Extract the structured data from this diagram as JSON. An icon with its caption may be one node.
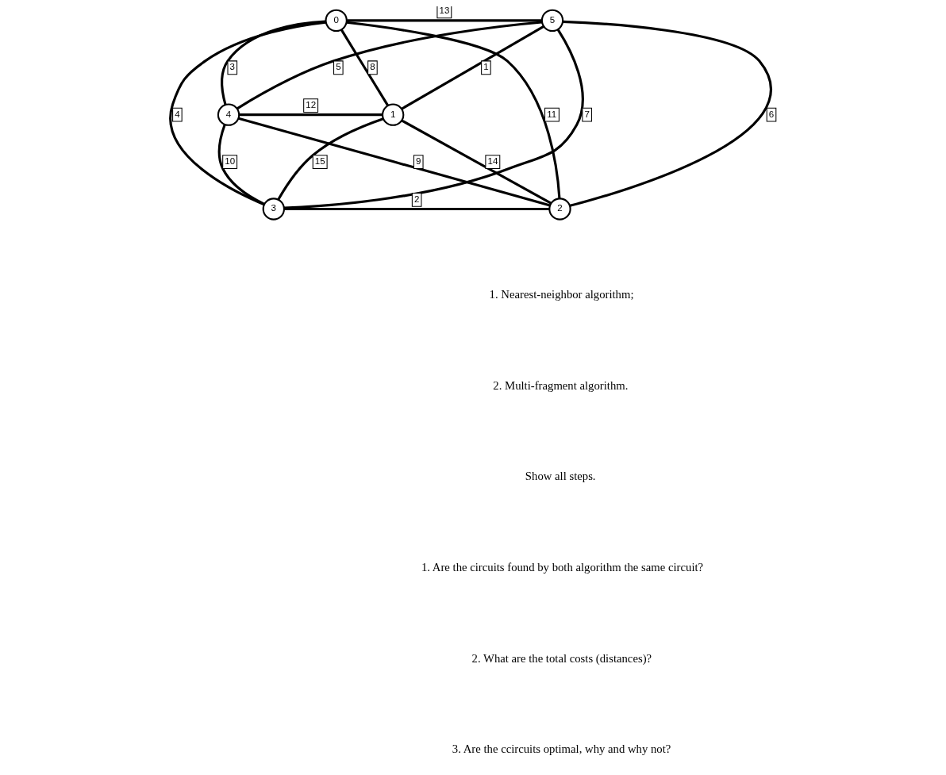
{
  "diagram": {
    "nodes": [
      {
        "text": [
          "0"
        ]
      },
      {
        "text": [
          "1"
        ]
      },
      {
        "text": [
          "2"
        ]
      },
      {
        "text": [
          "3"
        ]
      },
      {
        "text": [
          "4"
        ]
      },
      {
        "text": [
          "5"
        ]
      }
    ],
    "edges": [
      {
        "from": 0,
        "to": 5,
        "arrow": "none",
        "label": "13"
      },
      {
        "from": 0,
        "to": 1,
        "arrow": "none",
        "label": "8"
      },
      {
        "from": 1,
        "to": 5,
        "arrow": "none",
        "label": "1"
      },
      {
        "from": 0,
        "to": 4,
        "arrow": "none",
        "label": "3"
      },
      {
        "from": 5,
        "to": 4,
        "arrow": "none",
        "label": "5"
      },
      {
        "from": 1,
        "to": 4,
        "arrow": "none",
        "label": "12"
      },
      {
        "from": 0,
        "to": 2,
        "arrow": "none",
        "label": "11"
      },
      {
        "from": 5,
        "to": 2,
        "arrow": "none",
        "label": "6"
      },
      {
        "from": 0,
        "to": 3,
        "arrow": "none",
        "label": "4"
      },
      {
        "from": 5,
        "to": 3,
        "arrow": "none",
        "label": "7"
      },
      {
        "from": 1,
        "to": 2,
        "arrow": "none",
        "label": "14"
      },
      {
        "from": 1,
        "to": 3,
        "arrow": "none",
        "label": "15"
      },
      {
        "from": 2,
        "to": 4,
        "arrow": "none",
        "label": "9"
      },
      {
        "from": 4,
        "to": 3,
        "arrow": "none",
        "label": "10"
      },
      {
        "from": 2,
        "to": 3,
        "arrow": "none",
        "label": "2"
      }
    ],
    "labels": [
      "1. Nearest-neighbor algorithm;",
      "2. Multi-fragment algorithm.",
      "Show all steps.",
      "1. Are the circuits found by both algorithm the same circuit?",
      "2. What are the total costs (distances)?",
      "3. Are the ccircuits optimal, why and why not?"
    ]
  }
}
